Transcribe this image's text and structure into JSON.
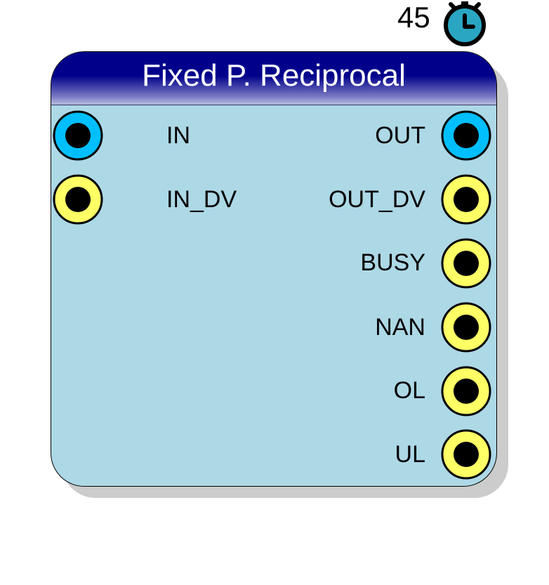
{
  "latency": {
    "value": "45",
    "icon": "stopwatch-icon"
  },
  "block": {
    "title": "Fixed P. Reciprocal",
    "colors": {
      "body": "#add8e6",
      "header": "#00008b",
      "data_port": "#00bfff",
      "control_port": "#ffff66",
      "port_core": "#000000"
    }
  },
  "inputs": [
    {
      "label": "IN",
      "kind": "data"
    },
    {
      "label": "IN_DV",
      "kind": "control"
    }
  ],
  "outputs": [
    {
      "label": "OUT",
      "kind": "data"
    },
    {
      "label": "OUT_DV",
      "kind": "control"
    },
    {
      "label": "BUSY",
      "kind": "control"
    },
    {
      "label": "NAN",
      "kind": "control"
    },
    {
      "label": "OL",
      "kind": "control"
    },
    {
      "label": "UL",
      "kind": "control"
    }
  ]
}
